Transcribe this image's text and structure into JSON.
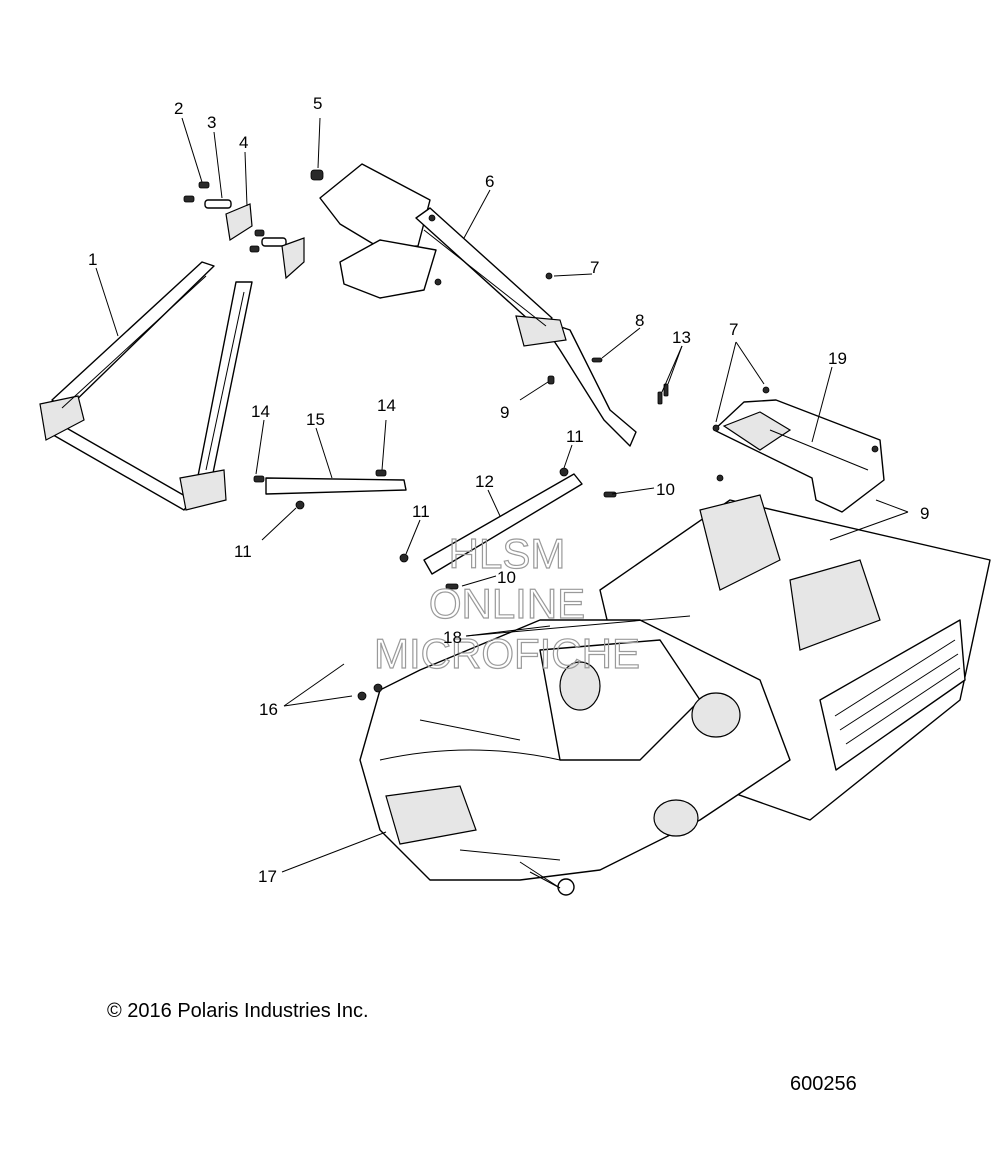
{
  "callouts": {
    "c1": "1",
    "c2": "2",
    "c3": "3",
    "c4": "4",
    "c5": "5",
    "c6": "6",
    "c7a": "7",
    "c7b": "7",
    "c8": "8",
    "c9a": "9",
    "c9b": "9",
    "c10a": "10",
    "c10b": "10",
    "c11a": "11",
    "c11b": "11",
    "c11c": "11",
    "c12": "12",
    "c13": "13",
    "c14a": "14",
    "c14b": "14",
    "c15": "15",
    "c16": "16",
    "c17": "17",
    "c18": "18",
    "c19": "19"
  },
  "watermark": {
    "line1": "HLSM",
    "line2": "ONLINE",
    "line3": "MICROFICHE"
  },
  "footer": {
    "copyright": "© 2016 Polaris Industries Inc.",
    "drawing_number": "600256"
  }
}
